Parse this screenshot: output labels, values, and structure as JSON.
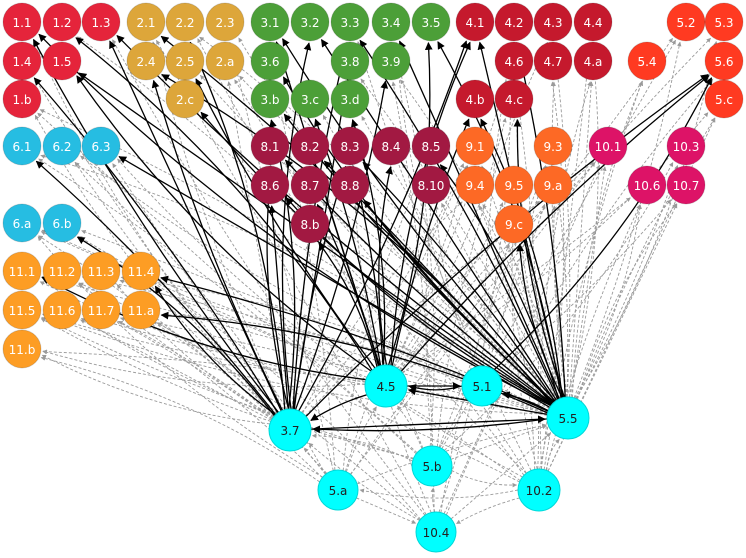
{
  "colors": {
    "goal1": "#e5243b",
    "goal2": "#dda63a",
    "goal3": "#4c9f38",
    "goal4": "#c5192d",
    "goal5": "#ff3a21",
    "goal6": "#26bde2",
    "goal8": "#a21942",
    "goal9": "#fd6925",
    "goal10": "#dd1367",
    "goal11": "#fd9d24",
    "hub": "#00ffff",
    "edge_strong": "#000000",
    "edge_weak": "#9a9a9a"
  },
  "nodes": [
    {
      "id": "1.1",
      "label": "1.1",
      "group": "goal1"
    },
    {
      "id": "1.2",
      "label": "1.2",
      "group": "goal1"
    },
    {
      "id": "1.3",
      "label": "1.3",
      "group": "goal1"
    },
    {
      "id": "1.4",
      "label": "1.4",
      "group": "goal1"
    },
    {
      "id": "1.5",
      "label": "1.5",
      "group": "goal1"
    },
    {
      "id": "1.b",
      "label": "1.b",
      "group": "goal1"
    },
    {
      "id": "2.1",
      "label": "2.1",
      "group": "goal2"
    },
    {
      "id": "2.2",
      "label": "2.2",
      "group": "goal2"
    },
    {
      "id": "2.3",
      "label": "2.3",
      "group": "goal2"
    },
    {
      "id": "2.4",
      "label": "2.4",
      "group": "goal2"
    },
    {
      "id": "2.5",
      "label": "2.5",
      "group": "goal2"
    },
    {
      "id": "2.a",
      "label": "2.a",
      "group": "goal2"
    },
    {
      "id": "2.c",
      "label": "2.c",
      "group": "goal2"
    },
    {
      "id": "3.1",
      "label": "3.1",
      "group": "goal3"
    },
    {
      "id": "3.2",
      "label": "3.2",
      "group": "goal3"
    },
    {
      "id": "3.3",
      "label": "3.3",
      "group": "goal3"
    },
    {
      "id": "3.4",
      "label": "3.4",
      "group": "goal3"
    },
    {
      "id": "3.5",
      "label": "3.5",
      "group": "goal3"
    },
    {
      "id": "3.6",
      "label": "3.6",
      "group": "goal3"
    },
    {
      "id": "3.8",
      "label": "3.8",
      "group": "goal3"
    },
    {
      "id": "3.9",
      "label": "3.9",
      "group": "goal3"
    },
    {
      "id": "3.b",
      "label": "3.b",
      "group": "goal3"
    },
    {
      "id": "3.c",
      "label": "3.c",
      "group": "goal3"
    },
    {
      "id": "3.d",
      "label": "3.d",
      "group": "goal3"
    },
    {
      "id": "4.1",
      "label": "4.1",
      "group": "goal4"
    },
    {
      "id": "4.2",
      "label": "4.2",
      "group": "goal4"
    },
    {
      "id": "4.3",
      "label": "4.3",
      "group": "goal4"
    },
    {
      "id": "4.4",
      "label": "4.4",
      "group": "goal4"
    },
    {
      "id": "4.6",
      "label": "4.6",
      "group": "goal4"
    },
    {
      "id": "4.7",
      "label": "4.7",
      "group": "goal4"
    },
    {
      "id": "4.a",
      "label": "4.a",
      "group": "goal4"
    },
    {
      "id": "4.b",
      "label": "4.b",
      "group": "goal4"
    },
    {
      "id": "4.c",
      "label": "4.c",
      "group": "goal4"
    },
    {
      "id": "5.2",
      "label": "5.2",
      "group": "goal5"
    },
    {
      "id": "5.3",
      "label": "5.3",
      "group": "goal5"
    },
    {
      "id": "5.4",
      "label": "5.4",
      "group": "goal5"
    },
    {
      "id": "5.6",
      "label": "5.6",
      "group": "goal5"
    },
    {
      "id": "5.c",
      "label": "5.c",
      "group": "goal5"
    },
    {
      "id": "6.1",
      "label": "6.1",
      "group": "goal6"
    },
    {
      "id": "6.2",
      "label": "6.2",
      "group": "goal6"
    },
    {
      "id": "6.3",
      "label": "6.3",
      "group": "goal6"
    },
    {
      "id": "6.a",
      "label": "6.a",
      "group": "goal6"
    },
    {
      "id": "6.b",
      "label": "6.b",
      "group": "goal6"
    },
    {
      "id": "8.1",
      "label": "8.1",
      "group": "goal8"
    },
    {
      "id": "8.2",
      "label": "8.2",
      "group": "goal8"
    },
    {
      "id": "8.3",
      "label": "8.3",
      "group": "goal8"
    },
    {
      "id": "8.4",
      "label": "8.4",
      "group": "goal8"
    },
    {
      "id": "8.5",
      "label": "8.5",
      "group": "goal8"
    },
    {
      "id": "8.6",
      "label": "8.6",
      "group": "goal8"
    },
    {
      "id": "8.7",
      "label": "8.7",
      "group": "goal8"
    },
    {
      "id": "8.8",
      "label": "8.8",
      "group": "goal8"
    },
    {
      "id": "8.10",
      "label": "8.10",
      "group": "goal8"
    },
    {
      "id": "8.b",
      "label": "8.b",
      "group": "goal8"
    },
    {
      "id": "9.1",
      "label": "9.1",
      "group": "goal9"
    },
    {
      "id": "9.3",
      "label": "9.3",
      "group": "goal9"
    },
    {
      "id": "9.4",
      "label": "9.4",
      "group": "goal9"
    },
    {
      "id": "9.5",
      "label": "9.5",
      "group": "goal9"
    },
    {
      "id": "9.a",
      "label": "9.a",
      "group": "goal9"
    },
    {
      "id": "9.c",
      "label": "9.c",
      "group": "goal9"
    },
    {
      "id": "10.1",
      "label": "10.1",
      "group": "goal10"
    },
    {
      "id": "10.3",
      "label": "10.3",
      "group": "goal10"
    },
    {
      "id": "10.6",
      "label": "10.6",
      "group": "goal10"
    },
    {
      "id": "10.7",
      "label": "10.7",
      "group": "goal10"
    },
    {
      "id": "11.1",
      "label": "11.1",
      "group": "goal11"
    },
    {
      "id": "11.2",
      "label": "11.2",
      "group": "goal11"
    },
    {
      "id": "11.3",
      "label": "11.3",
      "group": "goal11"
    },
    {
      "id": "11.4",
      "label": "11.4",
      "group": "goal11"
    },
    {
      "id": "11.5",
      "label": "11.5",
      "group": "goal11"
    },
    {
      "id": "11.6",
      "label": "11.6",
      "group": "goal11"
    },
    {
      "id": "11.7",
      "label": "11.7",
      "group": "goal11"
    },
    {
      "id": "11.a",
      "label": "11.a",
      "group": "goal11"
    },
    {
      "id": "11.b",
      "label": "11.b",
      "group": "goal11"
    },
    {
      "id": "4.5",
      "label": "4.5",
      "group": "hub"
    },
    {
      "id": "5.1",
      "label": "5.1",
      "group": "hub"
    },
    {
      "id": "5.5",
      "label": "5.5",
      "group": "hub"
    },
    {
      "id": "3.7",
      "label": "3.7",
      "group": "hub"
    },
    {
      "id": "5.b",
      "label": "5.b",
      "group": "hub"
    },
    {
      "id": "5.a",
      "label": "5.a",
      "group": "hub"
    },
    {
      "id": "10.2",
      "label": "10.2",
      "group": "hub"
    },
    {
      "id": "10.4",
      "label": "10.4",
      "group": "hub"
    }
  ],
  "edges": {
    "strong": [
      [
        "5.5",
        "1.1"
      ],
      [
        "5.5",
        "1.3"
      ],
      [
        "5.5",
        "1.5"
      ],
      [
        "5.5",
        "2.1"
      ],
      [
        "5.5",
        "2.4"
      ],
      [
        "5.5",
        "2.c"
      ],
      [
        "5.5",
        "3.1"
      ],
      [
        "5.5",
        "3.2"
      ],
      [
        "5.5",
        "3.3"
      ],
      [
        "5.5",
        "3.5"
      ],
      [
        "5.5",
        "3.6"
      ],
      [
        "5.5",
        "3.b"
      ],
      [
        "5.5",
        "4.1"
      ],
      [
        "5.5",
        "4.2"
      ],
      [
        "5.5",
        "4.b"
      ],
      [
        "5.5",
        "4.c"
      ],
      [
        "5.5",
        "8.1"
      ],
      [
        "5.5",
        "8.2"
      ],
      [
        "5.5",
        "8.3"
      ],
      [
        "5.5",
        "8.5"
      ],
      [
        "5.5",
        "8.6"
      ],
      [
        "5.5",
        "8.8"
      ],
      [
        "5.5",
        "6.3"
      ],
      [
        "5.5",
        "11.4"
      ],
      [
        "5.5",
        "11.a"
      ],
      [
        "5.5",
        "9.c"
      ],
      [
        "5.5",
        "3.7"
      ],
      [
        "5.5",
        "4.5"
      ],
      [
        "5.5",
        "5.1"
      ],
      [
        "4.5",
        "1.2"
      ],
      [
        "4.5",
        "1.5"
      ],
      [
        "4.5",
        "2.5"
      ],
      [
        "4.5",
        "3.1"
      ],
      [
        "4.5",
        "3.c"
      ],
      [
        "4.5",
        "3.d"
      ],
      [
        "4.5",
        "4.1"
      ],
      [
        "4.5",
        "4.b"
      ],
      [
        "4.5",
        "8.2"
      ],
      [
        "4.5",
        "8.7"
      ],
      [
        "4.5",
        "8.b"
      ],
      [
        "4.5",
        "8.4"
      ],
      [
        "4.5",
        "5.6"
      ],
      [
        "4.5",
        "5.1"
      ],
      [
        "4.5",
        "3.7"
      ],
      [
        "4.5",
        "3.5"
      ],
      [
        "4.5",
        "11.1"
      ],
      [
        "3.7",
        "1.1"
      ],
      [
        "3.7",
        "1.3"
      ],
      [
        "3.7",
        "1.4"
      ],
      [
        "3.7",
        "2.2"
      ],
      [
        "3.7",
        "3.2"
      ],
      [
        "3.7",
        "3.3"
      ],
      [
        "3.7",
        "3.8"
      ],
      [
        "3.7",
        "3.9"
      ],
      [
        "3.7",
        "3.b"
      ],
      [
        "3.7",
        "8.1"
      ],
      [
        "3.7",
        "8.3"
      ],
      [
        "3.7",
        "8.6"
      ],
      [
        "3.7",
        "6.1"
      ],
      [
        "3.7",
        "6.b"
      ],
      [
        "3.7",
        "11.4"
      ],
      [
        "3.7",
        "5.6"
      ],
      [
        "3.7",
        "5.5"
      ],
      [
        "3.7",
        "4.1"
      ],
      [
        "5.1",
        "5.6"
      ],
      [
        "5.1",
        "4.5"
      ],
      [
        "3.7",
        "2.4"
      ],
      [
        "5.5",
        "3.4"
      ],
      [
        "4.5",
        "8.3"
      ]
    ],
    "weak": [
      [
        "5.a",
        "1.1"
      ],
      [
        "5.a",
        "1.4"
      ],
      [
        "5.a",
        "2.3"
      ],
      [
        "5.a",
        "3.6"
      ],
      [
        "5.a",
        "6.2"
      ],
      [
        "5.a",
        "8.5"
      ],
      [
        "5.a",
        "9.1"
      ],
      [
        "5.a",
        "10.1"
      ],
      [
        "5.a",
        "11.2"
      ],
      [
        "5.a",
        "11.b"
      ],
      [
        "5.a",
        "6.a"
      ],
      [
        "5.a",
        "5.3"
      ],
      [
        "5.b",
        "1.b"
      ],
      [
        "5.b",
        "2.a"
      ],
      [
        "5.b",
        "3.4"
      ],
      [
        "5.b",
        "4.3"
      ],
      [
        "5.b",
        "8.10"
      ],
      [
        "5.b",
        "9.3"
      ],
      [
        "5.b",
        "9.a"
      ],
      [
        "5.b",
        "10.3"
      ],
      [
        "5.b",
        "11.6"
      ],
      [
        "5.b",
        "11.5"
      ],
      [
        "5.b",
        "5.2"
      ],
      [
        "5.b",
        "6.1"
      ],
      [
        "10.2",
        "1.2"
      ],
      [
        "10.2",
        "2.2"
      ],
      [
        "10.2",
        "3.3"
      ],
      [
        "10.2",
        "4.4"
      ],
      [
        "10.2",
        "4.6"
      ],
      [
        "10.2",
        "4.7"
      ],
      [
        "10.2",
        "4.a"
      ],
      [
        "10.2",
        "5.4"
      ],
      [
        "10.2",
        "5.c"
      ],
      [
        "10.2",
        "8.7"
      ],
      [
        "10.2",
        "9.4"
      ],
      [
        "10.2",
        "9.5"
      ],
      [
        "10.2",
        "10.6"
      ],
      [
        "10.2",
        "10.7"
      ],
      [
        "10.2",
        "11.7"
      ],
      [
        "10.2",
        "11.3"
      ],
      [
        "10.2",
        "6.3"
      ],
      [
        "10.4",
        "1.3"
      ],
      [
        "10.4",
        "2.1"
      ],
      [
        "10.4",
        "3.9"
      ],
      [
        "10.4",
        "4.2"
      ],
      [
        "10.4",
        "8.8"
      ],
      [
        "10.4",
        "9.c"
      ],
      [
        "10.4",
        "10.1"
      ],
      [
        "10.4",
        "11.a"
      ],
      [
        "10.4",
        "6.b"
      ],
      [
        "10.4",
        "5.6"
      ],
      [
        "10.4",
        "3.7"
      ],
      [
        "10.4",
        "5.5"
      ],
      [
        "5.5",
        "4.3"
      ],
      [
        "5.5",
        "4.4"
      ],
      [
        "5.5",
        "4.6"
      ],
      [
        "5.5",
        "4.7"
      ],
      [
        "5.5",
        "4.a"
      ],
      [
        "5.5",
        "5.2"
      ],
      [
        "5.5",
        "5.3"
      ],
      [
        "5.5",
        "5.4"
      ],
      [
        "5.5",
        "5.c"
      ],
      [
        "5.5",
        "9.1"
      ],
      [
        "5.5",
        "9.3"
      ],
      [
        "5.5",
        "9.4"
      ],
      [
        "5.5",
        "9.5"
      ],
      [
        "5.5",
        "9.a"
      ],
      [
        "5.5",
        "10.1"
      ],
      [
        "5.5",
        "10.3"
      ],
      [
        "5.5",
        "10.6"
      ],
      [
        "5.5",
        "10.7"
      ],
      [
        "5.5",
        "8.10"
      ],
      [
        "5.5",
        "11.1"
      ],
      [
        "5.5",
        "11.2"
      ],
      [
        "5.5",
        "11.3"
      ],
      [
        "5.5",
        "11.5"
      ],
      [
        "5.5",
        "11.6"
      ],
      [
        "5.5",
        "11.7"
      ],
      [
        "5.5",
        "11.b"
      ],
      [
        "5.5",
        "6.1"
      ],
      [
        "5.5",
        "6.2"
      ],
      [
        "5.5",
        "6.a"
      ],
      [
        "5.5",
        "6.b"
      ],
      [
        "5.5",
        "1.b"
      ],
      [
        "5.5",
        "2.2"
      ],
      [
        "5.5",
        "2.3"
      ],
      [
        "5.5",
        "2.5"
      ],
      [
        "5.5",
        "2.a"
      ],
      [
        "5.5",
        "3.8"
      ],
      [
        "5.5",
        "3.9"
      ],
      [
        "5.5",
        "3.c"
      ],
      [
        "5.5",
        "3.d"
      ],
      [
        "5.5",
        "8.4"
      ],
      [
        "5.5",
        "8.7"
      ],
      [
        "5.5",
        "8.b"
      ],
      [
        "3.7",
        "1.b"
      ],
      [
        "3.7",
        "2.1"
      ],
      [
        "3.7",
        "2.a"
      ],
      [
        "3.7",
        "11.1"
      ],
      [
        "3.7",
        "11.2"
      ],
      [
        "3.7",
        "11.3"
      ],
      [
        "3.7",
        "11.5"
      ],
      [
        "3.7",
        "11.6"
      ],
      [
        "3.7",
        "11.7"
      ],
      [
        "3.7",
        "11.a"
      ],
      [
        "3.7",
        "11.b"
      ],
      [
        "3.7",
        "6.2"
      ],
      [
        "3.7",
        "6.3"
      ],
      [
        "3.7",
        "6.a"
      ],
      [
        "3.7",
        "9.1"
      ],
      [
        "3.7",
        "9.4"
      ],
      [
        "3.7",
        "9.c"
      ],
      [
        "3.7",
        "8.b"
      ],
      [
        "4.5",
        "9.1"
      ],
      [
        "4.5",
        "9.5"
      ],
      [
        "4.5",
        "9.a"
      ],
      [
        "4.5",
        "10.1"
      ],
      [
        "4.5",
        "10.6"
      ],
      [
        "4.5",
        "5.2"
      ],
      [
        "4.5",
        "5.c"
      ],
      [
        "4.5",
        "11.b"
      ],
      [
        "4.5",
        "11.5"
      ],
      [
        "4.5",
        "6.a"
      ],
      [
        "4.5",
        "4.6"
      ],
      [
        "4.5",
        "4.c"
      ],
      [
        "5.1",
        "3.4"
      ],
      [
        "5.1",
        "4.2"
      ],
      [
        "5.1",
        "9.3"
      ],
      [
        "5.1",
        "10.7"
      ],
      [
        "5.1",
        "11.a"
      ],
      [
        "5.1",
        "8.10"
      ],
      [
        "5.a",
        "5.5"
      ],
      [
        "5.a",
        "3.7"
      ],
      [
        "5.b",
        "4.5"
      ],
      [
        "5.b",
        "10.2"
      ],
      [
        "10.2",
        "5.a"
      ],
      [
        "10.4",
        "5.b"
      ],
      [
        "5.a",
        "10.4"
      ],
      [
        "10.2",
        "10.4"
      ],
      [
        "5.b",
        "3.7"
      ],
      [
        "10.2",
        "5.5"
      ],
      [
        "5.a",
        "4.5"
      ],
      [
        "5.b",
        "5.5"
      ]
    ]
  }
}
